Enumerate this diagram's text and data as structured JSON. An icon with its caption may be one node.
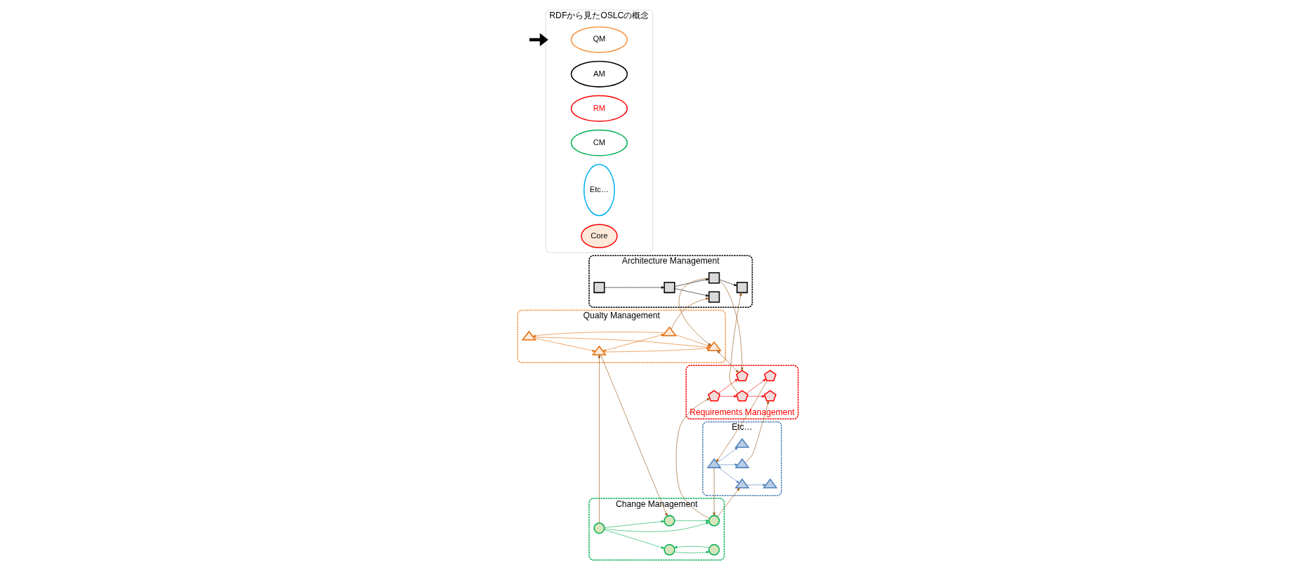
{
  "diagram": {
    "nodes": [
      {
        "text": [
          "Qualty Management"
        ]
      },
      {
        "text": [],
        "shape": "triangle",
        "in": 0
      },
      {
        "text": [],
        "shape": "triangle",
        "in": 0
      },
      {
        "text": [],
        "shape": "triangle",
        "in": 0
      },
      {
        "text": [],
        "shape": "triangle",
        "in": 0
      },
      {
        "text": [
          "Architecture Management"
        ]
      },
      {
        "text": [],
        "shape": "box",
        "in": 5
      },
      {
        "text": [],
        "shape": "box",
        "in": 5
      },
      {
        "text": [],
        "shape": "box",
        "in": 5
      },
      {
        "text": [],
        "shape": "box",
        "in": 5
      },
      {
        "text": [],
        "shape": "box",
        "in": 5
      },
      {
        "text": [
          "Change Management"
        ]
      },
      {
        "text": [],
        "shape": "circle",
        "in": 11
      },
      {
        "text": [],
        "shape": "circle",
        "in": 11
      },
      {
        "text": [],
        "shape": "circle",
        "in": 11
      },
      {
        "text": [],
        "shape": "circle",
        "in": 11
      },
      {
        "text": [],
        "shape": "circle",
        "in": 11
      },
      {
        "text": [
          "Etc…"
        ]
      },
      {
        "text": [],
        "shape": "triangle",
        "in": 17
      },
      {
        "text": [],
        "shape": "triangle",
        "in": 17
      },
      {
        "text": [],
        "shape": "triangle",
        "in": 17
      },
      {
        "text": [],
        "shape": "triangle",
        "in": 17
      },
      {
        "text": [],
        "shape": "triangle",
        "in": 17
      },
      {
        "text": [
          "Requirements Management"
        ]
      },
      {
        "text": [],
        "shape": "pentagon",
        "in": 23
      },
      {
        "text": [],
        "shape": "pentagon",
        "in": 23
      },
      {
        "text": [],
        "shape": "pentagon",
        "in": 23
      },
      {
        "text": [],
        "shape": "pentagon",
        "in": 23
      },
      {
        "text": [],
        "shape": "pentagon",
        "in": 23
      },
      {
        "text": [
          "RDFから見たOSLCの概念"
        ]
      },
      {
        "text": [
          "QM"
        ],
        "in": 29
      },
      {
        "text": [
          "AM"
        ],
        "in": 29
      },
      {
        "text": [
          "RM"
        ],
        "in": 29
      },
      {
        "text": [
          "CM"
        ],
        "in": 29
      },
      {
        "text": [
          "Etc…"
        ],
        "in": 29
      },
      {
        "text": [
          "Core"
        ],
        "in": 29
      }
    ],
    "edges": [
      {
        "from": 3,
        "to": 1,
        "arrow": "to",
        "color": "#e36c09"
      },
      {
        "from": 1,
        "to": 2,
        "arrow": "to",
        "color": "#e36c09"
      },
      {
        "from": 2,
        "to": 3,
        "arrow": "both",
        "color": "#e36c09"
      },
      {
        "from": 2,
        "to": 4,
        "arrow": "to",
        "color": "#e36c09"
      },
      {
        "from": 1,
        "to": 4,
        "arrow": "none",
        "color": "#e36c09"
      },
      {
        "from": 3,
        "to": 4,
        "arrow": "to",
        "color": "#e36c09"
      },
      {
        "from": 6,
        "to": 8,
        "arrow": "to",
        "color": "#000000"
      },
      {
        "from": 8,
        "to": 7,
        "arrow": "to",
        "color": "#000000"
      },
      {
        "from": 8,
        "to": 9,
        "arrow": "to",
        "color": "#000000"
      },
      {
        "from": 9,
        "to": 10,
        "arrow": "to",
        "color": "#000000"
      },
      {
        "from": 12,
        "to": 13,
        "arrow": "to",
        "color": "#00b050"
      },
      {
        "from": 12,
        "to": 14,
        "arrow": "to",
        "color": "#00b050"
      },
      {
        "from": 12,
        "to": 16,
        "arrow": "to",
        "color": "#00b050"
      },
      {
        "from": 14,
        "to": 16,
        "arrow": "to",
        "color": "#00b050"
      },
      {
        "from": 13,
        "to": 15,
        "arrow": "to",
        "color": "#00b050"
      },
      {
        "from": 15,
        "to": 13,
        "arrow": "to",
        "color": "#00b050"
      },
      {
        "from": 18,
        "to": 19,
        "arrow": "to",
        "color": "#4f81bd"
      },
      {
        "from": 18,
        "to": 20,
        "arrow": "to",
        "color": "#4f81bd"
      },
      {
        "from": 18,
        "to": 21,
        "arrow": "to",
        "color": "#4f81bd"
      },
      {
        "from": 19,
        "to": 22,
        "arrow": "to",
        "color": "#4f81bd"
      },
      {
        "from": 24,
        "to": 25,
        "arrow": "to",
        "color": "#ff0000"
      },
      {
        "from": 24,
        "to": 26,
        "arrow": "to",
        "color": "#ff0000"
      },
      {
        "from": 26,
        "to": 27,
        "arrow": "to",
        "color": "#ff0000"
      },
      {
        "from": 26,
        "to": 28,
        "arrow": "to",
        "color": "#ff0000"
      },
      {
        "from": 3,
        "to": 7,
        "arrow": "to"
      },
      {
        "from": 12,
        "to": 2,
        "arrow": "to"
      },
      {
        "from": 2,
        "to": 14,
        "arrow": "to"
      },
      {
        "from": 9,
        "to": 4,
        "arrow": "to"
      },
      {
        "from": 4,
        "to": 25,
        "arrow": "both"
      },
      {
        "from": 9,
        "to": 25,
        "arrow": "to"
      },
      {
        "from": 26,
        "to": 10,
        "arrow": "to"
      },
      {
        "from": 16,
        "to": 24,
        "arrow": "to"
      },
      {
        "from": 18,
        "to": 16,
        "arrow": "to"
      },
      {
        "from": 27,
        "to": 18,
        "arrow": "to"
      },
      {
        "from": 16,
        "to": 19,
        "arrow": "to"
      },
      {
        "from": 20,
        "to": 28,
        "arrow": "to"
      },
      {
        "from": null,
        "to": 29,
        "arrow": "to",
        "style": "thick",
        "color": "#000000"
      }
    ]
  }
}
